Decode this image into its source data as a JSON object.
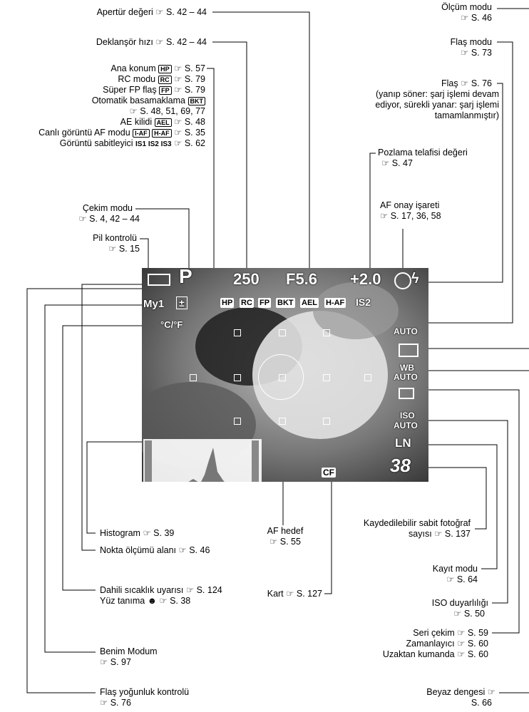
{
  "labels": {
    "aperture": {
      "text": "Apertür değeri",
      "ref": "S. 42 – 44"
    },
    "shutter": {
      "text": "Deklanşör hızı",
      "ref": "S. 42 – 44"
    },
    "home": {
      "text": "Ana konum",
      "icon": "HP",
      "ref": "S. 57"
    },
    "rc": {
      "text": "RC modu",
      "icon": "RC",
      "ref": "S. 79"
    },
    "superfp": {
      "text": "Süper FP flaş",
      "icon": "FP",
      "ref": "S. 79"
    },
    "bracket": {
      "text": "Otomatik basamaklama",
      "icon": "BKT",
      "ref": "S. 48, 51, 69, 77"
    },
    "ae_lock": {
      "text": "AE kilidi",
      "icon": "AEL",
      "ref": "S. 48"
    },
    "live_af": {
      "text": "Canlı görüntü AF modu",
      "icon1": "I-AF",
      "icon2": "H-AF",
      "ref": "S. 35"
    },
    "stabilizer": {
      "text": "Görüntü sabitleyici",
      "icons": "IS1 IS2 IS3",
      "ref": "S. 62"
    },
    "metering": {
      "text": "Ölçüm modu",
      "ref": "S. 46"
    },
    "flash_mode": {
      "text": "Flaş modu",
      "ref": "S. 73"
    },
    "flash": {
      "text": "Flaş",
      "ref": "S. 76",
      "note1": "(yanıp söner: şarj işlemi devam",
      "note2": "ediyor, sürekli yanar: şarj işlemi",
      "note3": "tamamlanmıştır)"
    },
    "exposure_comp": {
      "text": "Pozlama telafisi değeri",
      "ref": "S. 47"
    },
    "af_confirm": {
      "text": "AF onay işareti",
      "ref": "S. 17, 36, 58"
    },
    "shooting_mode": {
      "text": "Çekim modu",
      "ref": "S. 4, 42 – 44"
    },
    "battery": {
      "text": "Pil kontrolü",
      "ref": "S. 15"
    },
    "histogram": {
      "text": "Histogram",
      "ref": "S. 39"
    },
    "af_target": {
      "text": "AF hedef",
      "ref": "S. 55"
    },
    "spot_area": {
      "text": "Nokta ölçümü alanı",
      "ref": "S. 46"
    },
    "storable": {
      "text": "Kaydedilebilir sabit fotoğraf",
      "text2": "sayısı",
      "ref": "S. 137"
    },
    "temp_warning": {
      "text": "Dahili sıcaklık uyarısı",
      "ref": "S. 124"
    },
    "face_detect": {
      "text": "Yüz tanıma",
      "ref": "S. 38"
    },
    "card": {
      "text": "Kart",
      "ref": "S. 127"
    },
    "record_mode": {
      "text": "Kayıt modu",
      "ref": "S. 64"
    },
    "iso": {
      "text": "ISO duyarlılığı",
      "ref": "S. 50"
    },
    "sequential": {
      "text": "Seri çekim",
      "ref": "S. 59"
    },
    "self_timer": {
      "text": "Zamanlayıcı",
      "ref": "S. 60"
    },
    "remote": {
      "text": "Uzaktan kumanda",
      "ref": "S. 60"
    },
    "my_mode": {
      "text": "Benim Modum",
      "ref": "S. 97"
    },
    "white_balance": {
      "text": "Beyaz dengesi",
      "ref": "S. 66"
    },
    "flash_intensity": {
      "text": "Flaş yoğunluk kontrolü",
      "ref": "S. 76"
    }
  },
  "lcd": {
    "mode": "P",
    "shutter": "250",
    "aperture": "F5.6",
    "exp_comp": "+2.0",
    "badges": [
      "HP",
      "RC",
      "FP",
      "BKT",
      "AEL",
      "H-AF"
    ],
    "is_mode": "IS2",
    "flash_auto": "AUTO",
    "wb": "WB",
    "wb_val": "AUTO",
    "iso": "ISO",
    "iso_val": "AUTO",
    "record": "LN",
    "shots": "38",
    "card": "CF",
    "temp": "°C/°F",
    "mymode": "My1",
    "flash_comp": "±"
  },
  "ref_icon": "☞"
}
